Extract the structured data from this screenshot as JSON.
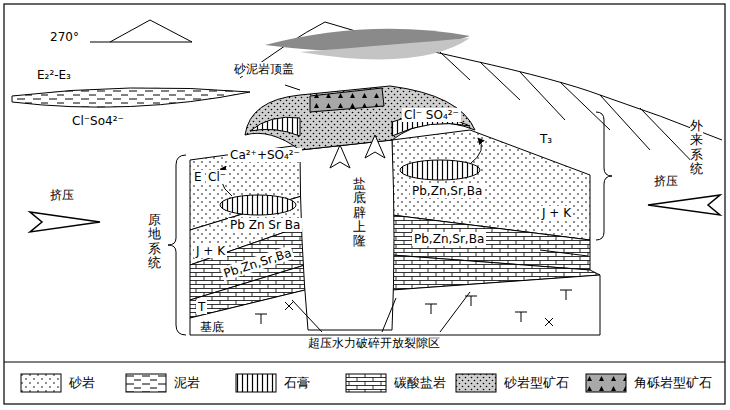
{
  "diagram": {
    "labels": [
      "270°",
      "砂泥岩顶盖",
      "E₂²-E₃",
      "Cl⁻So4²⁻",
      "Ca²⁺+SO₄²⁻",
      "E",
      "Cl⁻",
      "Cl⁻ SO₄²⁻",
      "T₃",
      "挤压",
      "挤压",
      "外来系统",
      "原地系统",
      "盐底辟上隆",
      "Pb Zn Sr Ba",
      "Pb,Zn,Sr,Ba",
      "Pb,Zn,Sr,Ba",
      "Pb,Zn,Sr,Ba",
      "J + K",
      "J + K",
      "T",
      "基底",
      "超压水力破碎开放裂隙区"
    ],
    "legend": [
      {
        "text": "砂岩"
      },
      {
        "text": "泥岩"
      },
      {
        "text": "石膏"
      },
      {
        "text": "碳酸盐岩"
      },
      {
        "text": "砂岩型矿石"
      },
      {
        "text": "角砾岩型矿石"
      }
    ]
  }
}
